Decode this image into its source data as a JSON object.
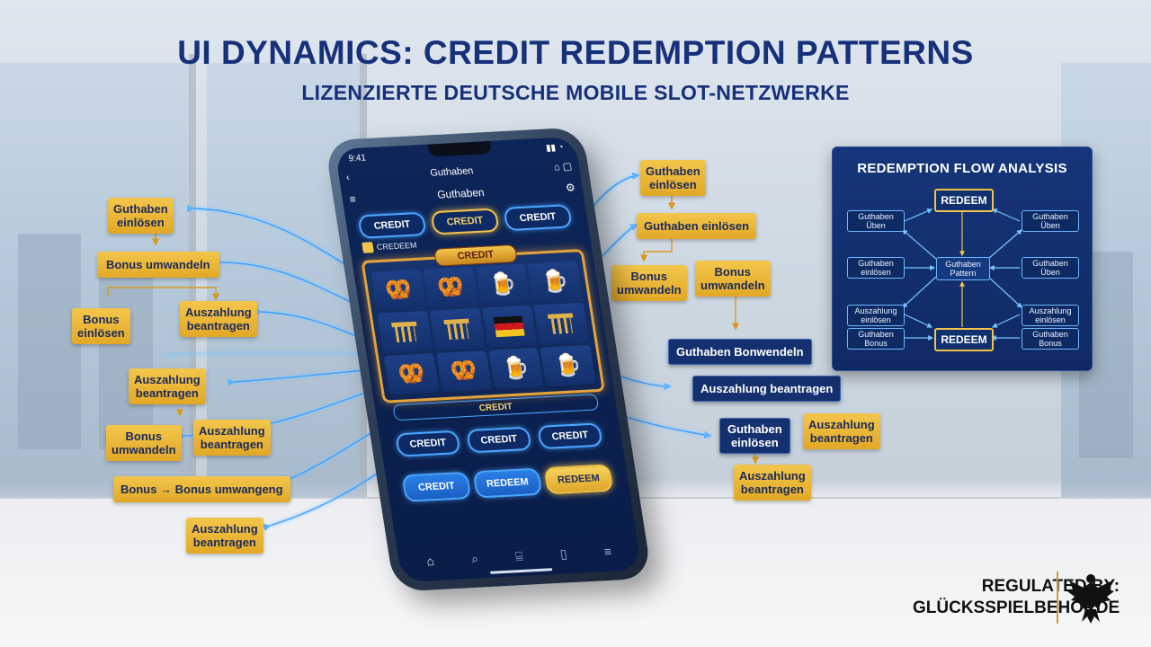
{
  "header": {
    "title": "UI DYNAMICS: CREDIT REDEMPTION PATTERNS",
    "subtitle": "LIZENZIERTE DEUTSCHE MOBILE SLOT-NETZWERKE"
  },
  "phone": {
    "status_time": "9:41",
    "nav_title": "Guthaben",
    "header_title": "Guthaben",
    "top_pills": [
      "CREDIT",
      "CREDIT",
      "CREDIT"
    ],
    "redeem_chip": "CREDEEM",
    "reel_title": "CREDIT",
    "credit_bar": "CREDIT",
    "row_pills": [
      "CREDIT",
      "CREDIT",
      "CREDIT"
    ],
    "bottom_pills": [
      "CREDIT",
      "REDEEM",
      "REDEEM"
    ],
    "tab_icons": [
      "home-icon",
      "search-icon",
      "gift-icon",
      "wallet-icon",
      "menu-icon"
    ]
  },
  "left_labels": [
    "Guthaben\neinlösen",
    "Bonus umwandeln",
    "Bonus\neinlösen",
    "Auszahlung\nbeantragen",
    "Auszahlung\nbeantragen",
    "Bonus\numwandeln",
    "Auszahlung\nbeantragen",
    "Bonus → Bonus umwangeng",
    "Auszahlung\nbeantragen"
  ],
  "right_labels": [
    "Guthaben\neinlösen",
    "Guthaben einlösen",
    "Bonus\numwandeln",
    "Bonus\numwandeln",
    "Guthaben Bonwendeln",
    "Auszahlung beantragen",
    "Guthaben\neinlösen",
    "Auszahlung\nbeantragen",
    "Auszahlung\nbeantragen"
  ],
  "panel": {
    "title": "REDEMPTION FLOW ANALYSIS",
    "top": "REDEEM",
    "bottom": "REDEEM",
    "center": "Guthaben\nPattern",
    "left": [
      "Guthaben\nÜben",
      "Guthaben\neinlösen",
      "Auszahlung\neinlösen",
      "Guthaben\nBonus"
    ],
    "right": [
      "Guthaben\nÜben",
      "Guthaben\nÜben",
      "Auszahlung\neinlösen",
      "Guthaben\nBonus"
    ]
  },
  "regulator": {
    "line1": "REGULATED BY:",
    "line2": "GLÜCKSSPIELBEHÖRDE"
  },
  "colors": {
    "navy": "#16307a",
    "gold": "#f1c34a",
    "glow_blue": "#4aa6ff",
    "panel_bg": "#14306e"
  }
}
